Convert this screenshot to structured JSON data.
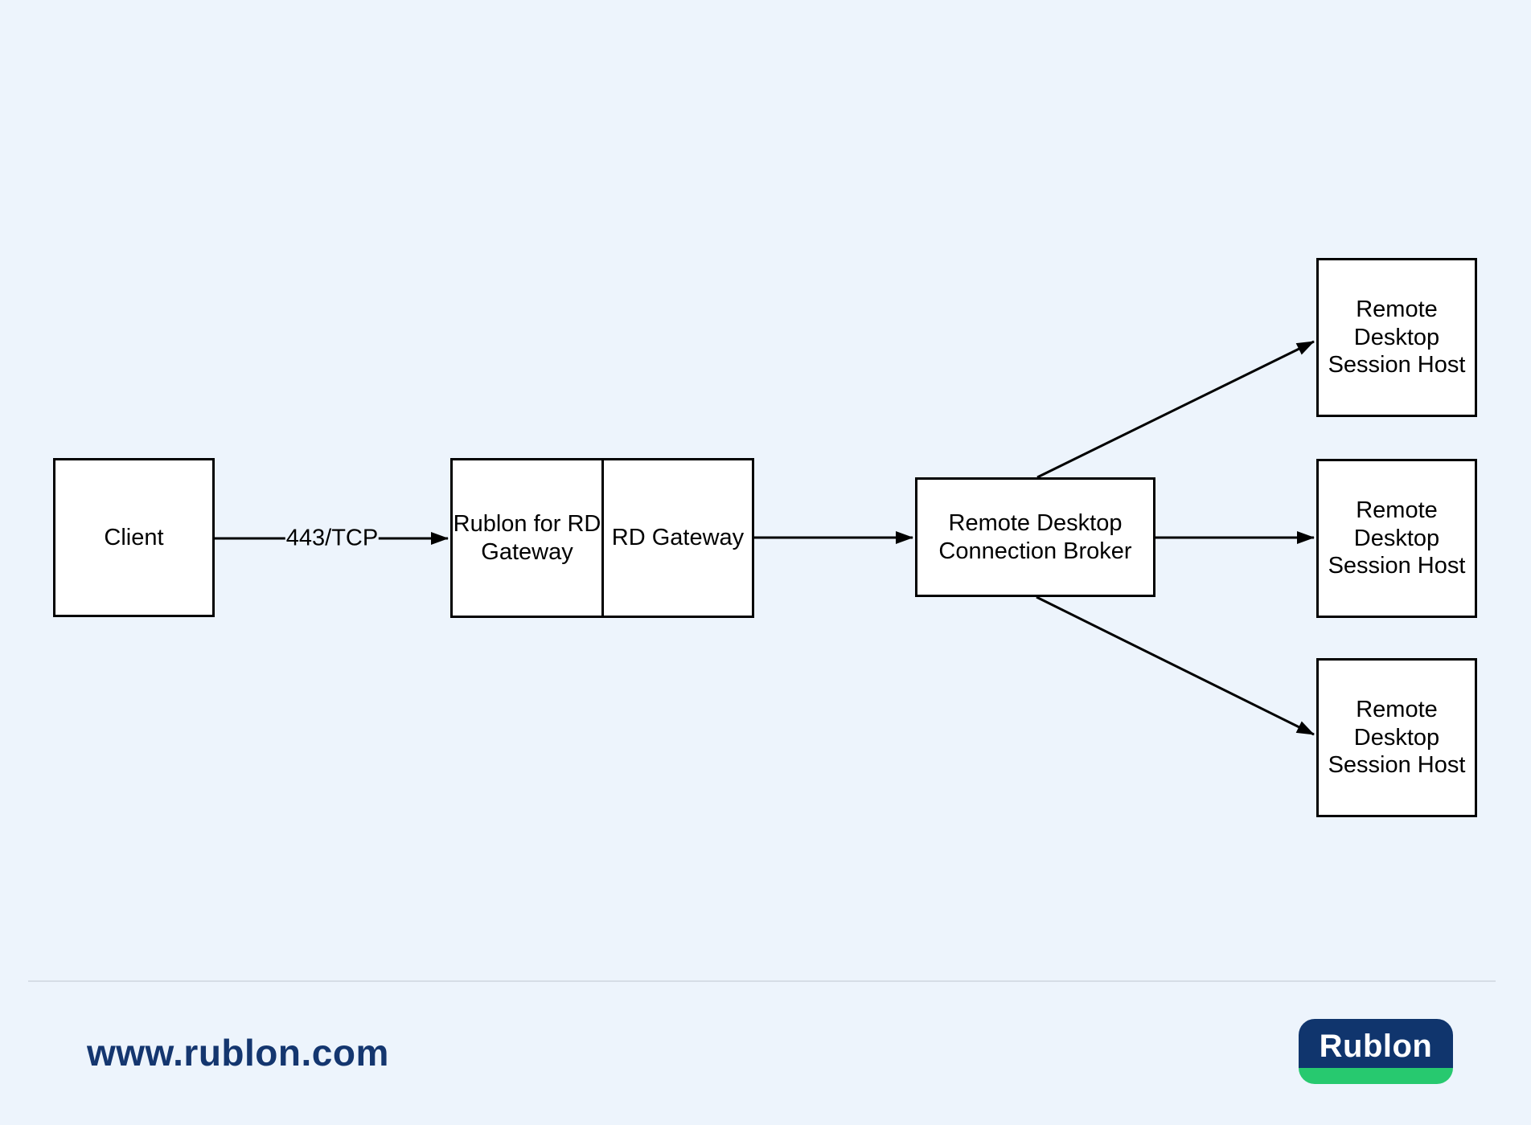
{
  "colors": {
    "background": "#edf4fc",
    "box_fill": "#ffffff",
    "box_border": "#000000",
    "divider": "#d6dde6",
    "website_text": "#14366f",
    "logo_navy": "#10356d",
    "logo_green": "#27c96f",
    "logo_text_color": "#ffffff"
  },
  "diagram": {
    "nodes": {
      "client": {
        "label": "Client"
      },
      "rublon_for_rd_gateway": {
        "label": "Rublon for RD Gateway"
      },
      "rd_gateway": {
        "label": "RD Gateway"
      },
      "connection_broker": {
        "label": "Remote Desktop Connection Broker"
      },
      "session_host_top": {
        "label": "Remote Desktop Session Host"
      },
      "session_host_middle": {
        "label": "Remote Desktop Session Host"
      },
      "session_host_bottom": {
        "label": "Remote Desktop Session Host"
      }
    },
    "edge_labels": {
      "client_to_gateway": "443/TCP"
    }
  },
  "footer": {
    "website": "www.rublon.com",
    "logo_text": "Rublon"
  }
}
